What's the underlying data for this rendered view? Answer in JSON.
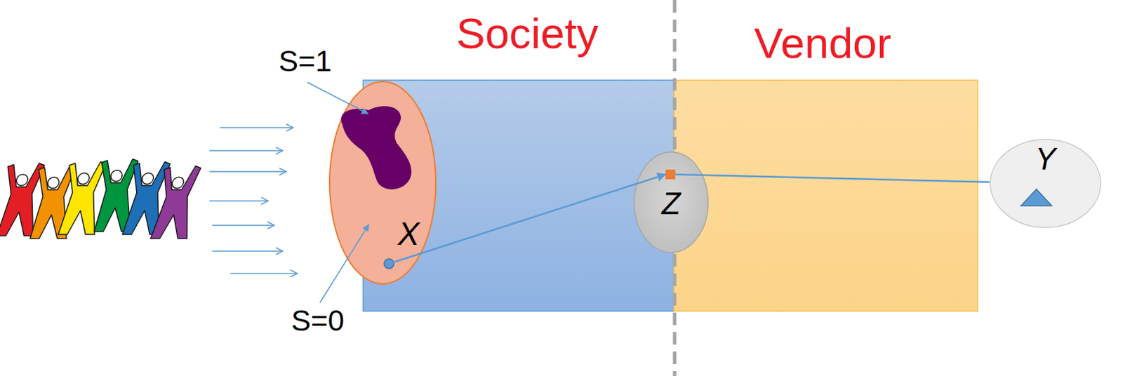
{
  "diagram": {
    "nodes": [
      {
        "text": [
          "Society"
        ]
      },
      {
        "text": [
          "Vendor"
        ]
      },
      {
        "text": [
          "X"
        ]
      },
      {
        "text": [
          "Z"
        ]
      },
      {
        "text": [
          "Y"
        ]
      }
    ],
    "edges": [
      {
        "from": 2,
        "to": 3,
        "arrow": "to"
      },
      {
        "from": 3,
        "to": 4,
        "arrow": "none"
      }
    ],
    "labels": [
      "S=1",
      "S=0"
    ]
  }
}
